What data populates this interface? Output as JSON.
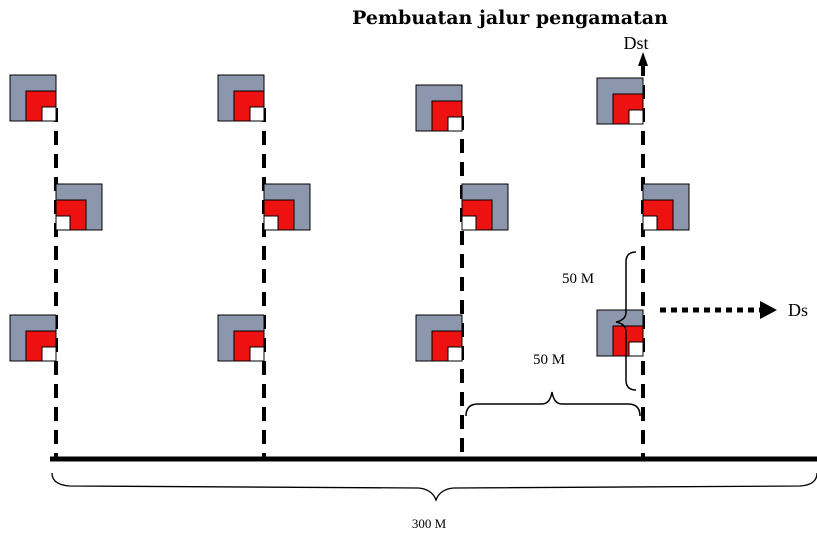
{
  "diagram": {
    "title": "Pembuatan jalur pengamatan",
    "label_dst": "Dst",
    "label_ds": "Ds",
    "label_spacing_vertical": "50 M",
    "label_spacing_horizontal": "50 M",
    "label_total_length": "300 M"
  },
  "colors": {
    "outer_plot": "#8c96ad",
    "middle_plot": "#ee1111",
    "inner_plot": "#ffffff",
    "line": "#000000"
  },
  "transects": 4,
  "plots_per_transect": 3
}
